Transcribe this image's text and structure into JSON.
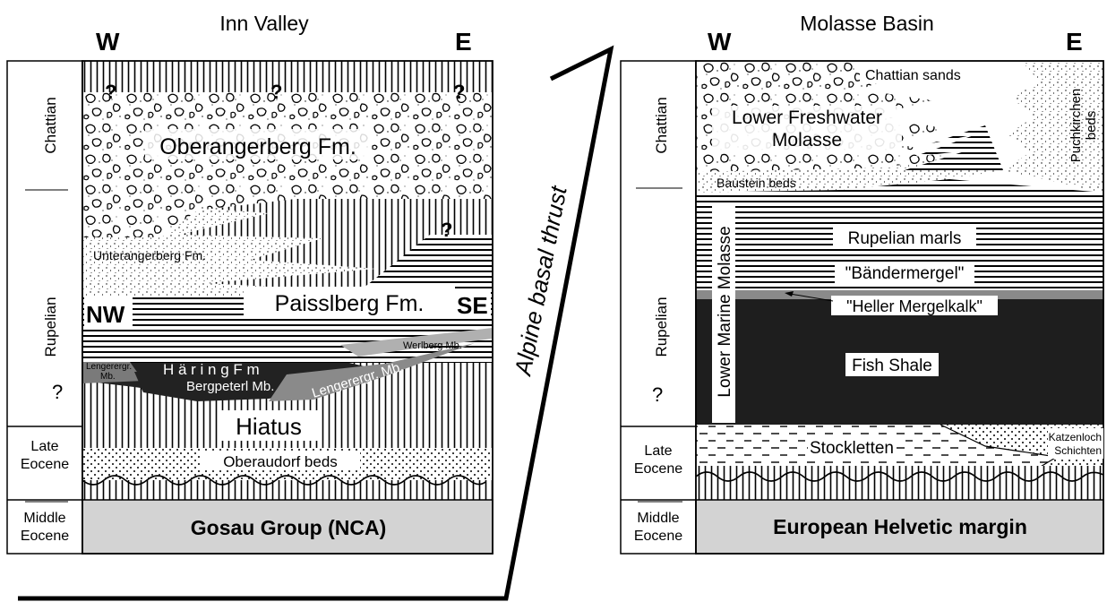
{
  "left_panel": {
    "title": "Inn Valley",
    "west": "W",
    "east": "E",
    "stages": {
      "chattian": "Chattian",
      "rupelian": "Rupelian",
      "rupelian_q": "?",
      "late_eocene_1": "Late",
      "late_eocene_2": "Eocene",
      "middle_eocene_1": "Middle",
      "middle_eocene_2": "Eocene"
    },
    "units": {
      "oberangerberg": "Oberangerberg Fm.",
      "unterangerberg": "Unterangerberg Fm.",
      "paisslberg": "Paisslberg Fm.",
      "nw": "NW",
      "se": "SE",
      "werlberg": "Werlberg Mb.",
      "haering": "H ä r i n g    F m",
      "lengerergr_left_1": "Lengerergr.",
      "lengerergr_left_2": "Mb.",
      "lengerergr_right": "Lengerergr. Mb.",
      "bergpeterl": "Bergpeterl Mb.",
      "hiatus": "Hiatus",
      "oberaudorf": "Oberaudorf beds",
      "gosau": "Gosau Group (NCA)",
      "q1": "?",
      "q2": "?",
      "q3": "?",
      "q4": "?"
    }
  },
  "thrust_label": "Alpine basal thrust",
  "right_panel": {
    "title": "Molasse Basin",
    "west": "W",
    "east": "E",
    "stages": {
      "chattian": "Chattian",
      "rupelian": "Rupelian",
      "rupelian_q": "?",
      "late_eocene_1": "Late",
      "late_eocene_2": "Eocene",
      "middle_eocene_1": "Middle",
      "middle_eocene_2": "Eocene"
    },
    "units": {
      "chattian_sands": "Chattian sands",
      "lfm_1": "Lower Freshwater",
      "lfm_2": "Molasse",
      "puchkirchen_1": "Puchkirchen",
      "puchkirchen_2": "beds",
      "baustein": "Baustein beds",
      "lmm": "Lower Marine Molasse",
      "rupelian_marls": "Rupelian marls",
      "baendermergel": "\"Bändermergel\"",
      "heller": "\"Heller Mergelkalk\"",
      "fish_shale": "Fish Shale",
      "stockletten": "Stockletten",
      "katzenloch_1": "Katzenloch",
      "katzenloch_2": "Schichten",
      "helvetic": "European Helvetic margin"
    }
  }
}
